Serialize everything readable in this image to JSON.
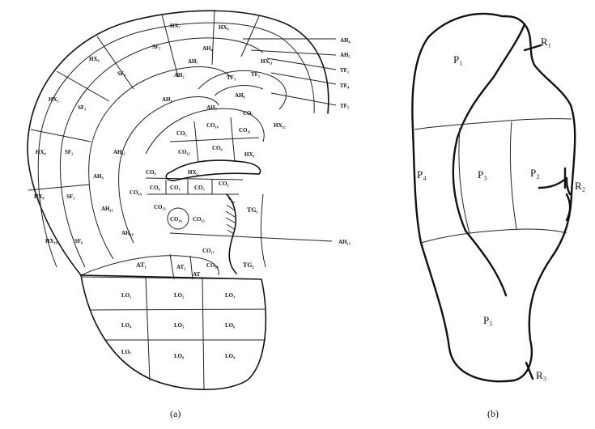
{
  "panel_a": {
    "caption": "(a)",
    "helix": [
      "HX₇",
      "HX₈",
      "HX₆",
      "HX₅",
      "HX₄",
      "HX₉",
      "HX₁₀",
      "HX₁₁",
      "HX₁₂",
      "HX₁",
      "HX₂"
    ],
    "scapha": [
      "SF₅",
      "SF₄",
      "SF₃",
      "SF₂",
      "SF₁",
      "SF₆"
    ],
    "antihelix": [
      "AH₆",
      "AH₅",
      "AH₄",
      "AH₇",
      "AH₂",
      "AH₁",
      "AH₉",
      "AH₁₁",
      "AH₁₀",
      "AH₃",
      "AH₈",
      "AH₁₂",
      "AH₁₃"
    ],
    "fossa": [
      "TF₃",
      "TF₂",
      "TF₁",
      "TF₄",
      "TF₅"
    ],
    "concha": [
      "CO₁₀",
      "CO₅",
      "CO₆",
      "CO₁₁",
      "CO₇",
      "CO₁₂",
      "CO₉",
      "CO₄",
      "CO₁",
      "CO₃",
      "CO₂",
      "CO₁₃",
      "CO₁₆",
      "CO₁₅",
      "CO₁₇",
      "CO₁₈",
      "CO₁₄"
    ],
    "tragus": [
      "TG₁",
      "TG₂"
    ],
    "antitragus": [
      "AT₁",
      "AT₂",
      "AT"
    ],
    "lobe": [
      "LO₁",
      "LO₂",
      "LO₃",
      "LO₄",
      "LO₅",
      "LO₆",
      "LO₇",
      "LO₈",
      "LO₉"
    ]
  },
  "panel_b": {
    "caption": "(b)",
    "regions": [
      "P₁",
      "P₄",
      "P₃",
      "P₂",
      "P₅"
    ],
    "markers": [
      "R₁",
      "R₂",
      "R₃"
    ]
  }
}
